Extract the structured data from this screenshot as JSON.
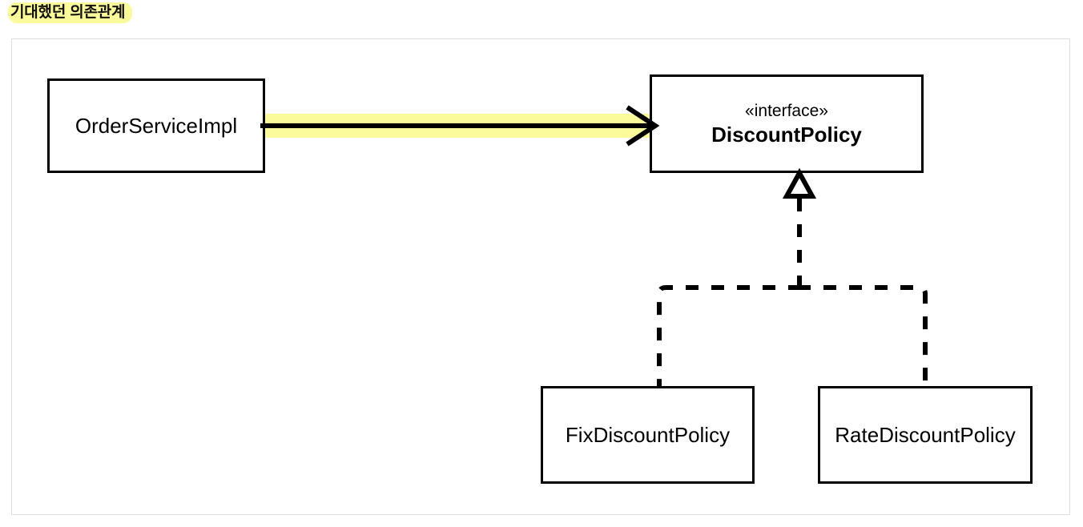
{
  "title": {
    "text": "기대했던 의존관계",
    "highlight_color": "#FBFB9B"
  },
  "diagram": {
    "type": "uml-class-diagram",
    "frame_border_color": "#dedede",
    "line_color": "#000000",
    "highlight_color": "#FBFB9B",
    "nodes": [
      {
        "id": "order-service-impl",
        "name": "OrderServiceImpl",
        "kind": "class"
      },
      {
        "id": "discount-policy",
        "stereotype": "«interface»",
        "name": "DiscountPolicy",
        "kind": "interface"
      },
      {
        "id": "fix-discount-policy",
        "name": "FixDiscountPolicy",
        "kind": "class"
      },
      {
        "id": "rate-discount-policy",
        "name": "RateDiscountPolicy",
        "kind": "class"
      }
    ],
    "edges": [
      {
        "id": "dependency-order-to-discount",
        "from": "order-service-impl",
        "to": "discount-policy",
        "style": "solid",
        "arrow": "open-arrow",
        "label": "",
        "highlighted": true
      },
      {
        "id": "realization-fix-to-discount",
        "from": "fix-discount-policy",
        "to": "discount-policy",
        "style": "dashed",
        "arrow": "hollow-triangle",
        "label": ""
      },
      {
        "id": "realization-rate-to-discount",
        "from": "rate-discount-policy",
        "to": "discount-policy",
        "style": "dashed",
        "arrow": "hollow-triangle",
        "label": ""
      }
    ]
  }
}
